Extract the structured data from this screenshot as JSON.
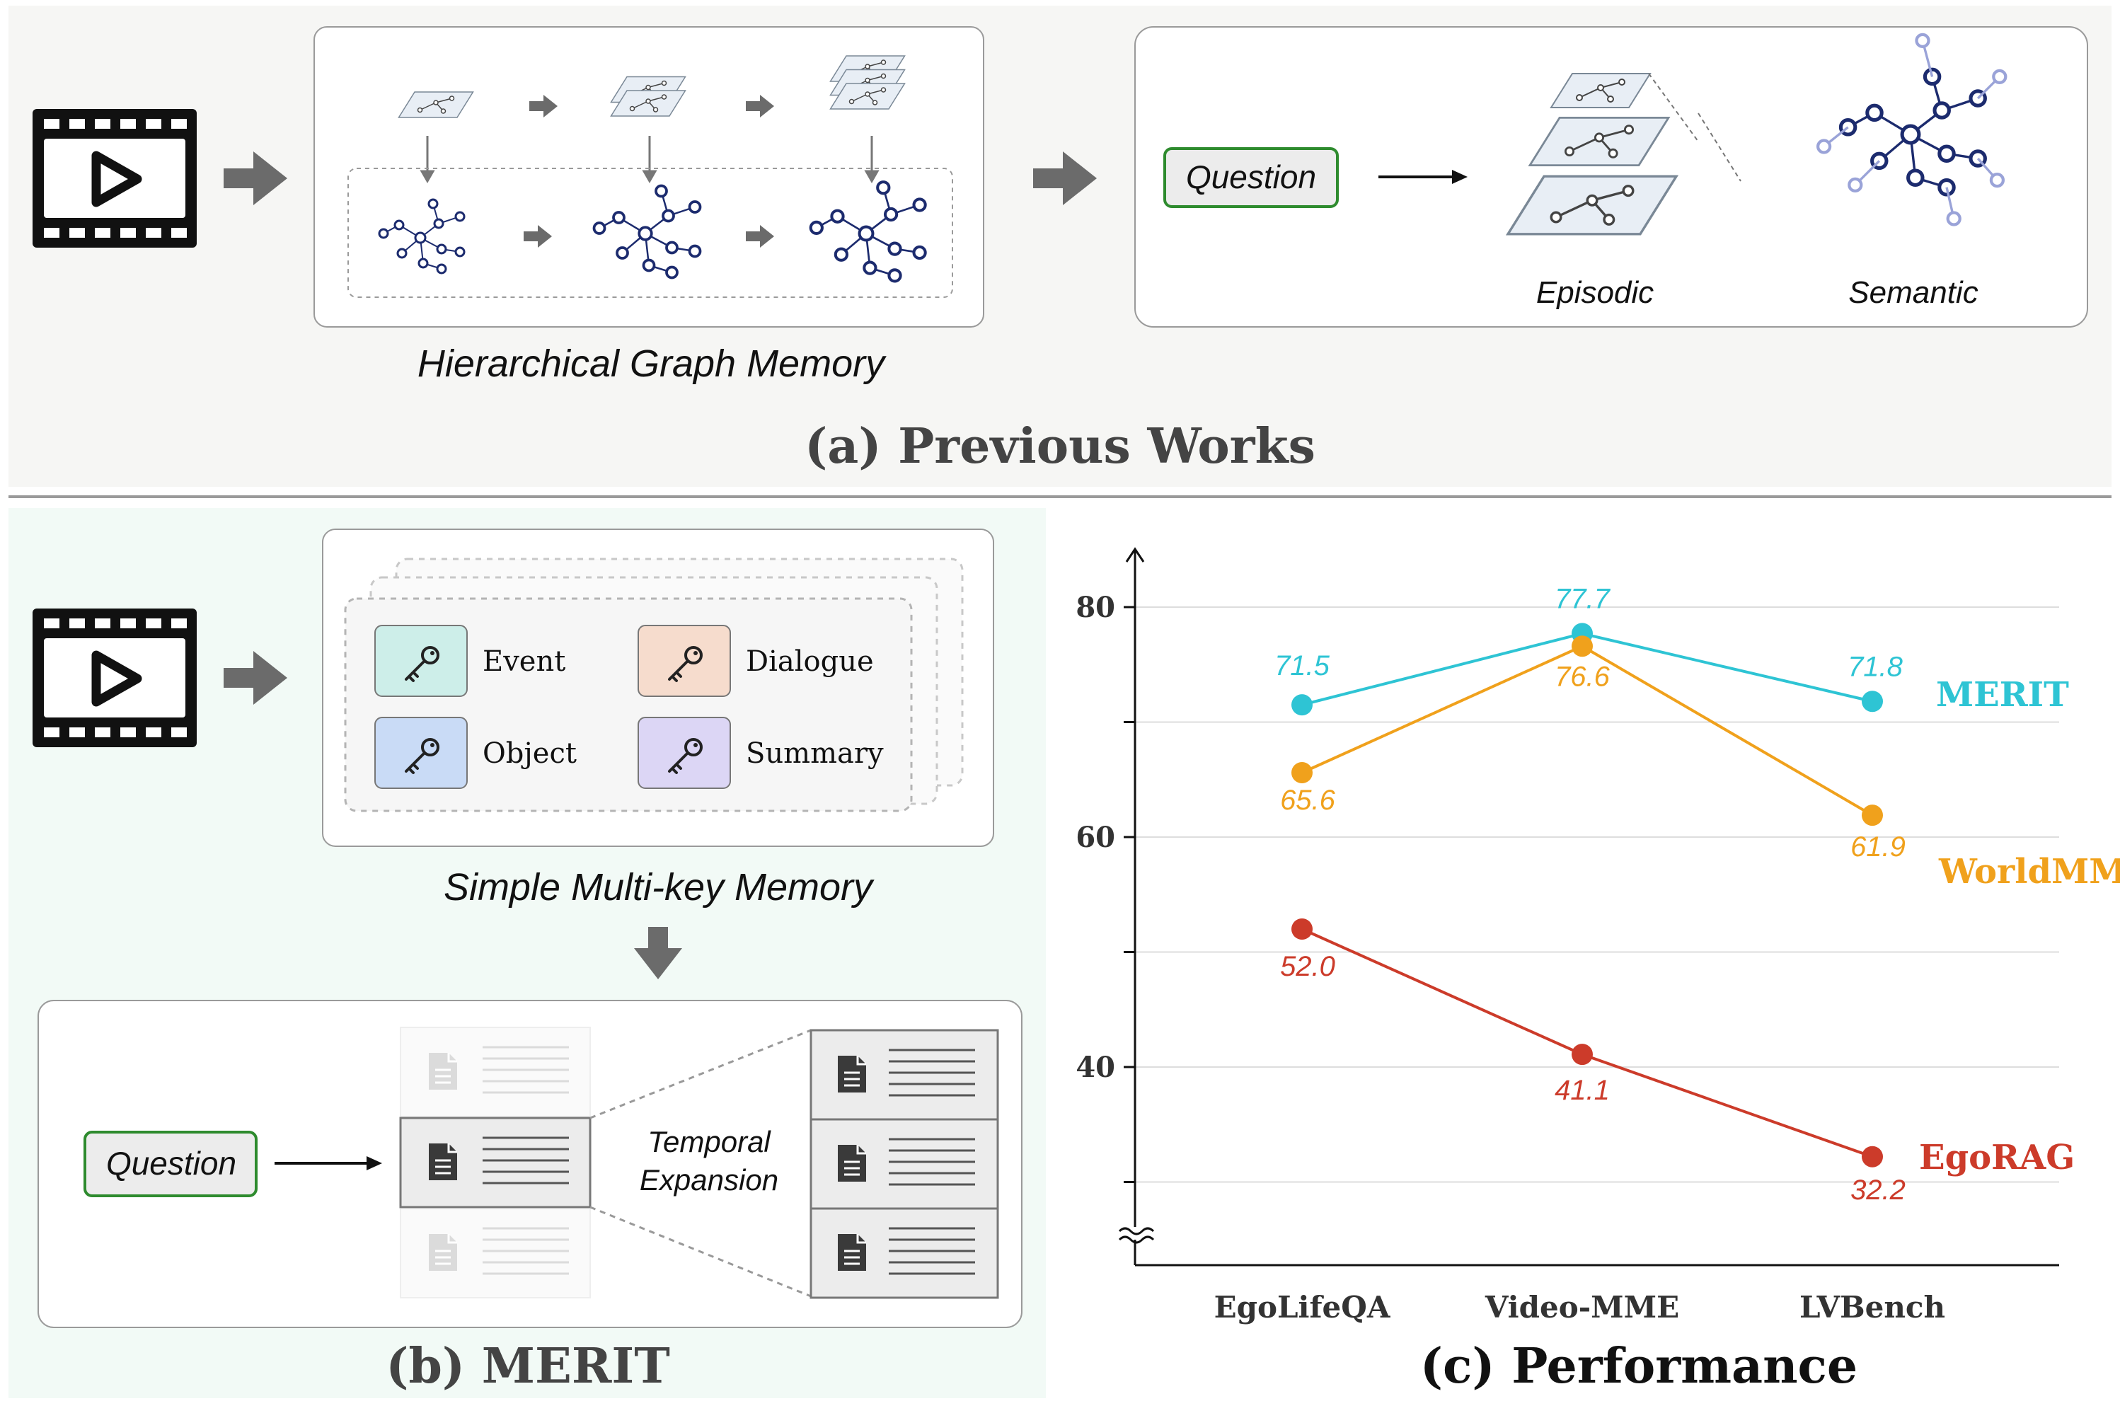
{
  "panel_a": {
    "caption": "(a) Previous Works",
    "memory_label": "Hierarchical Graph Memory",
    "question_label": "Question",
    "episodic_label": "Episodic",
    "semantic_label": "Semantic"
  },
  "panel_b": {
    "caption": "(b) MERIT",
    "memory_label": "Simple Multi-key Memory",
    "keys": [
      {
        "label": "Event",
        "color": "#cdeee9"
      },
      {
        "label": "Dialogue",
        "color": "#f6dccd"
      },
      {
        "label": "Object",
        "color": "#c9dbf6"
      },
      {
        "label": "Summary",
        "color": "#dcd6f5"
      }
    ],
    "question_label": "Question",
    "expansion_line1": "Temporal",
    "expansion_line2": "Expansion"
  },
  "panel_c": {
    "caption": "(c) Performance"
  },
  "chart_data": {
    "type": "line",
    "categories": [
      "EgoLifeQA",
      "Video-MME",
      "LVBench"
    ],
    "yticks": [
      40,
      60,
      80
    ],
    "ylim": [
      30,
      85
    ],
    "grid": true,
    "axis_break": true,
    "series": [
      {
        "name": "MERIT",
        "color": "#2ec4d4",
        "values": [
          71.5,
          77.7,
          71.8
        ],
        "labels": [
          "71.5",
          "77.7",
          "71.8"
        ]
      },
      {
        "name": "WorldMM",
        "color": "#f0a11c",
        "values": [
          65.6,
          76.6,
          61.9
        ],
        "labels": [
          "65.6",
          "76.6",
          "61.9"
        ]
      },
      {
        "name": "EgoRAG",
        "color": "#cc3b2a",
        "values": [
          52.0,
          41.1,
          32.2
        ],
        "labels": [
          "52.0",
          "41.1",
          "32.2"
        ]
      }
    ]
  }
}
